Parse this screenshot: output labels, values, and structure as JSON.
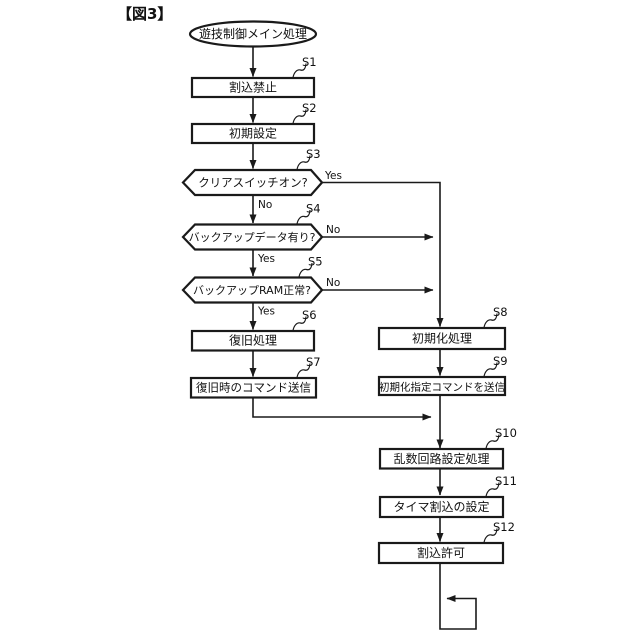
{
  "figure": {
    "label": "【図3】"
  },
  "colors": {
    "line": "#1a1a1a",
    "background": "#ffffff"
  },
  "flowchart": {
    "start": {
      "label": "遊技制御メイン処理"
    },
    "steps": {
      "s1": {
        "id": "S1",
        "label": "割込禁止"
      },
      "s2": {
        "id": "S2",
        "label": "初期設定"
      },
      "s3": {
        "id": "S3",
        "label": "クリアスイッチオン?",
        "yes": "Yes",
        "no": "No"
      },
      "s4": {
        "id": "S4",
        "label": "バックアップデータ有り?",
        "yes": "Yes",
        "no": "No"
      },
      "s5": {
        "id": "S5",
        "label": "バックアップRAM正常?",
        "yes": "Yes",
        "no": "No"
      },
      "s6": {
        "id": "S6",
        "label": "復旧処理"
      },
      "s7": {
        "id": "S7",
        "label": "復旧時のコマンド送信"
      },
      "s8": {
        "id": "S8",
        "label": "初期化処理"
      },
      "s9": {
        "id": "S9",
        "label": "初期化指定コマンドを送信"
      },
      "s10": {
        "id": "S10",
        "label": "乱数回路設定処理"
      },
      "s11": {
        "id": "S11",
        "label": "タイマ割込の設定"
      },
      "s12": {
        "id": "S12",
        "label": "割込許可"
      }
    }
  }
}
